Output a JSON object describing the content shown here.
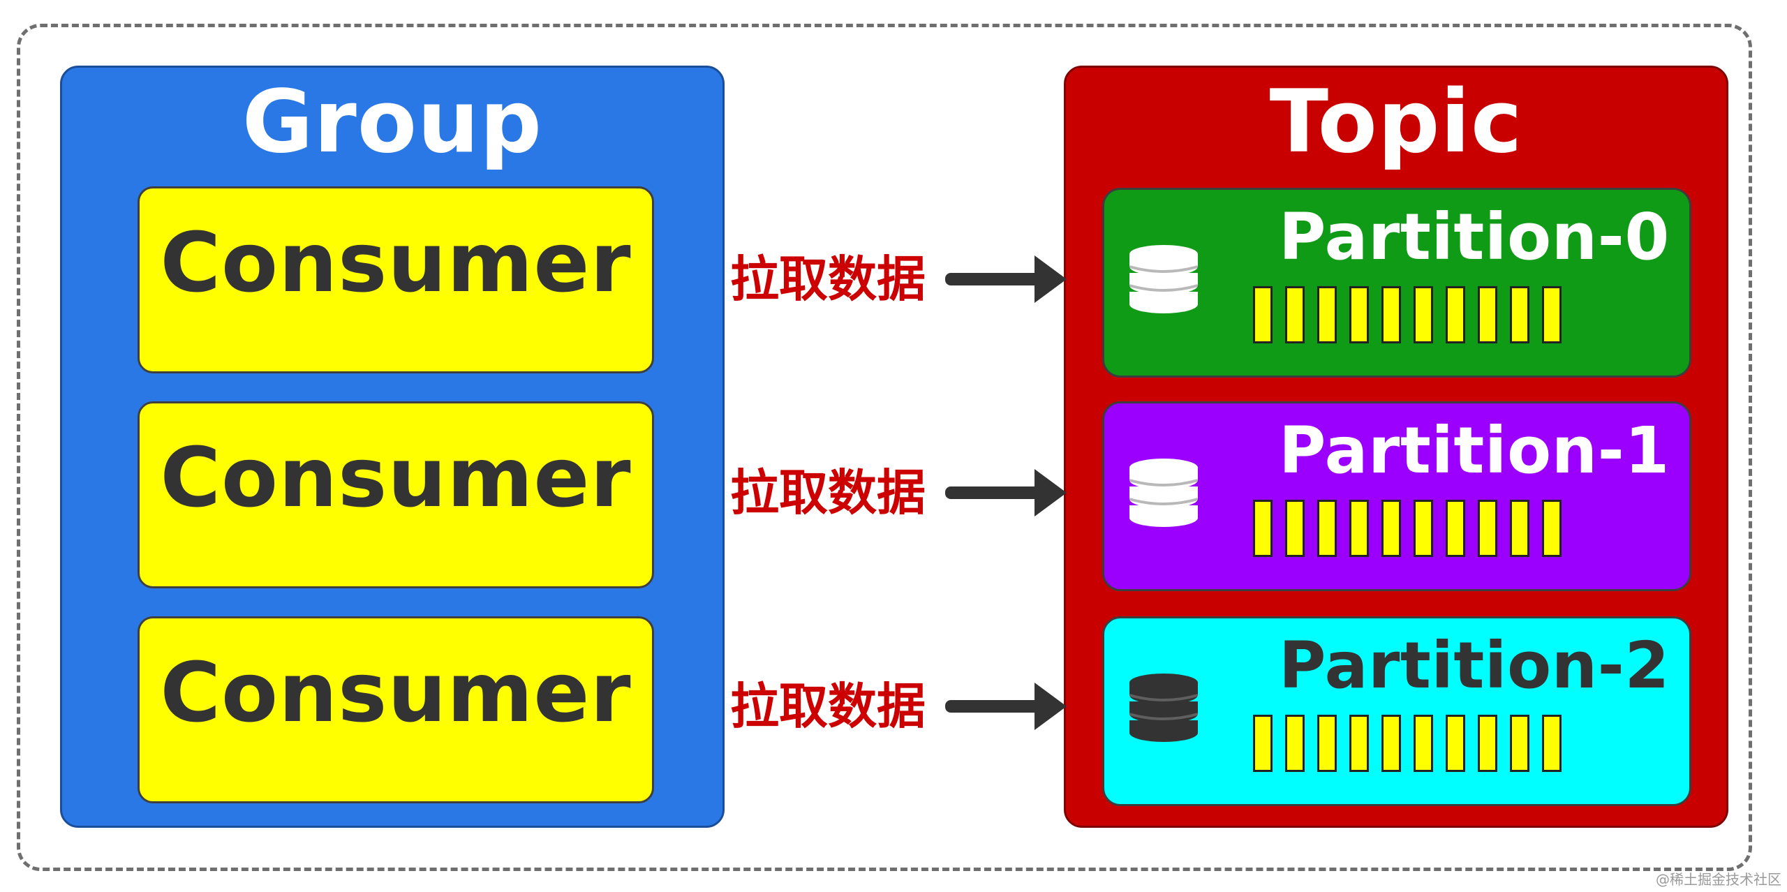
{
  "group": {
    "title": "Group",
    "consumers": [
      {
        "label": "Consumer"
      },
      {
        "label": "Consumer"
      },
      {
        "label": "Consumer"
      }
    ]
  },
  "topic": {
    "title": "Topic",
    "partitions": [
      {
        "label": "Partition-0",
        "bg_color": "#109b17",
        "text_color": "#ffffff",
        "icon_color": "#ffffff"
      },
      {
        "label": "Partition-1",
        "bg_color": "#9b00ff",
        "text_color": "#ffffff",
        "icon_color": "#ffffff"
      },
      {
        "label": "Partition-2",
        "bg_color": "#00ffff",
        "text_color": "#333333",
        "icon_color": "#333333"
      }
    ]
  },
  "connections": [
    {
      "label": "拉取数据"
    },
    {
      "label": "拉取数据"
    },
    {
      "label": "拉取数据"
    }
  ],
  "colors": {
    "group_panel": "#2a78e6",
    "topic_panel": "#c90000",
    "consumer_box": "#ffff00",
    "arrow": "#333333",
    "arrow_label": "#cc0000",
    "segment_fill": "#ffff00"
  },
  "icons": {
    "partition_icon": "database-icon",
    "connection_icon": "arrow-right-icon"
  },
  "watermark": "@稀土掘金技术社区"
}
